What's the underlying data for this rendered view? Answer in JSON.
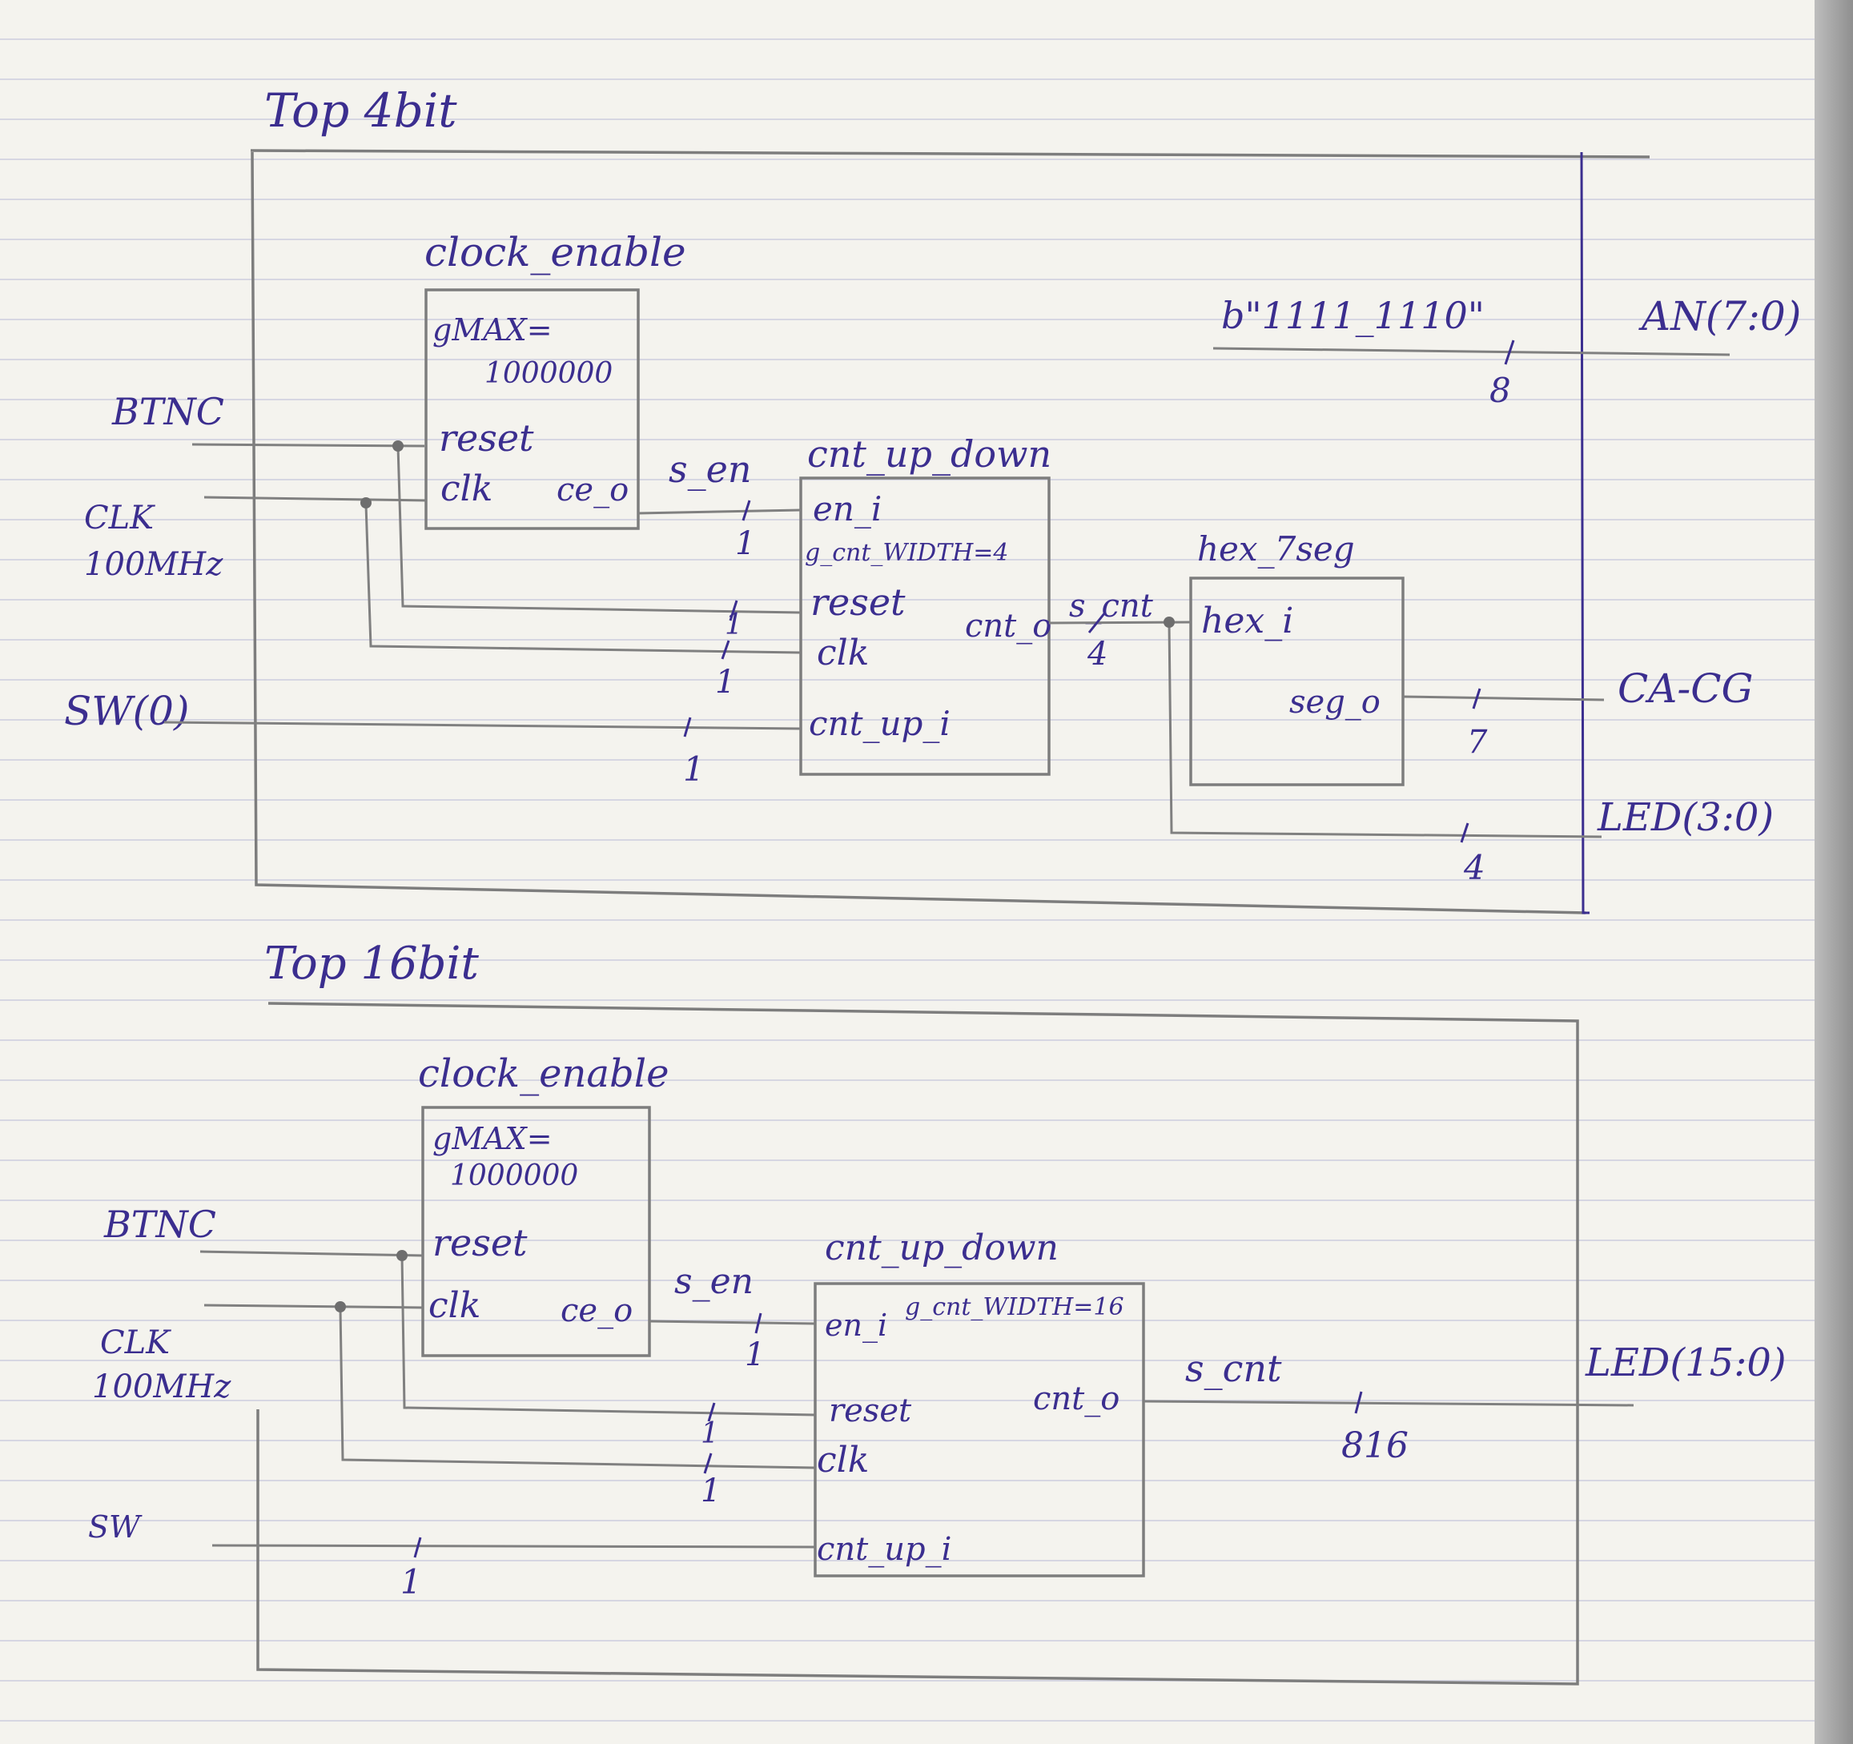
{
  "top4": {
    "title": "Top 4bit",
    "clock_enable": {
      "name": "clock_enable",
      "generic_1": "gMAX=",
      "generic_2": "1000000",
      "port_reset": "reset",
      "port_clk": "clk",
      "port_ce": "ce_o"
    },
    "cnt": {
      "name": "cnt_up_down",
      "port_en": "en_i",
      "generic": "g_cnt_WIDTH=4",
      "port_reset": "reset",
      "port_clk": "clk",
      "port_cnt": "cnt_o",
      "port_dir": "cnt_up_i"
    },
    "hex": {
      "name": "hex_7seg",
      "port_hex": "hex_i",
      "port_seg": "seg_o"
    },
    "inputs": {
      "btnc": "BTNC",
      "clk_1": "CLK",
      "clk_2": "100MHz",
      "sw": "SW(0)"
    },
    "outputs": {
      "an": "AN(7:0)",
      "an_value": "b\"1111_1110\"",
      "ca": "CA-CG",
      "led": "LED(3:0)"
    },
    "signals": {
      "s_en": "s_en",
      "s_cnt": "s_cnt"
    },
    "widths": {
      "en": "1",
      "reset": "1",
      "clk": "1",
      "sw": "1",
      "cnt": "4",
      "an": "8",
      "seg": "7",
      "led": "4"
    }
  },
  "top16": {
    "title": "Top 16bit",
    "clock_enable": {
      "name": "clock_enable",
      "generic_1": "gMAX=",
      "generic_2": "1000000",
      "port_reset": "reset",
      "port_clk": "clk",
      "port_ce": "ce_o"
    },
    "cnt": {
      "name": "cnt_up_down",
      "port_en": "en_i",
      "generic": "g_cnt_WIDTH=16",
      "port_reset": "reset",
      "port_clk": "clk",
      "port_cnt": "cnt_o",
      "port_dir": "cnt_up_i"
    },
    "inputs": {
      "btnc": "BTNC",
      "clk_1": "CLK",
      "clk_2": "100MHz",
      "sw": "SW"
    },
    "outputs": {
      "led": "LED(15:0)"
    },
    "signals": {
      "s_en": "s_en",
      "s_cnt": "s_cnt"
    },
    "widths": {
      "en": "1",
      "reset": "1",
      "clk": "1",
      "sw": "1",
      "led": "816"
    }
  }
}
